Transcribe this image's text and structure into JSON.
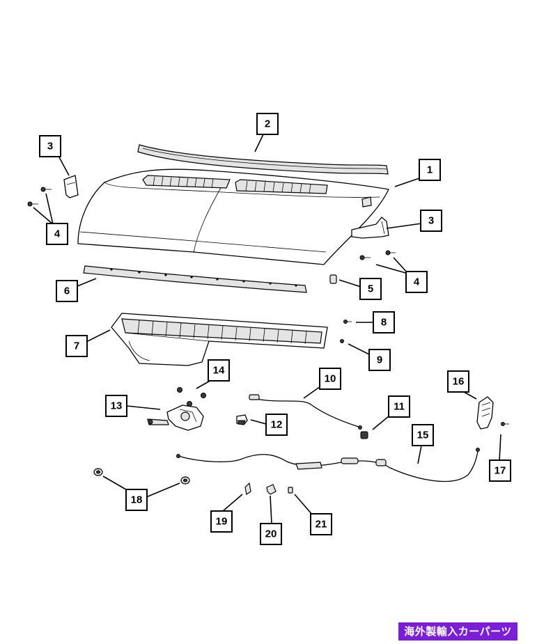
{
  "callouts": [
    "1",
    "2",
    "3",
    "3",
    "4",
    "4",
    "5",
    "6",
    "7",
    "8",
    "9",
    "10",
    "11",
    "12",
    "13",
    "14",
    "15",
    "16",
    "17",
    "18",
    "19",
    "20",
    "21"
  ],
  "watermark": "海外製輸入カーパーツ",
  "colors": {
    "watermark_bg": "#7a1fd6",
    "line": "#000000",
    "background": "#ffffff"
  }
}
